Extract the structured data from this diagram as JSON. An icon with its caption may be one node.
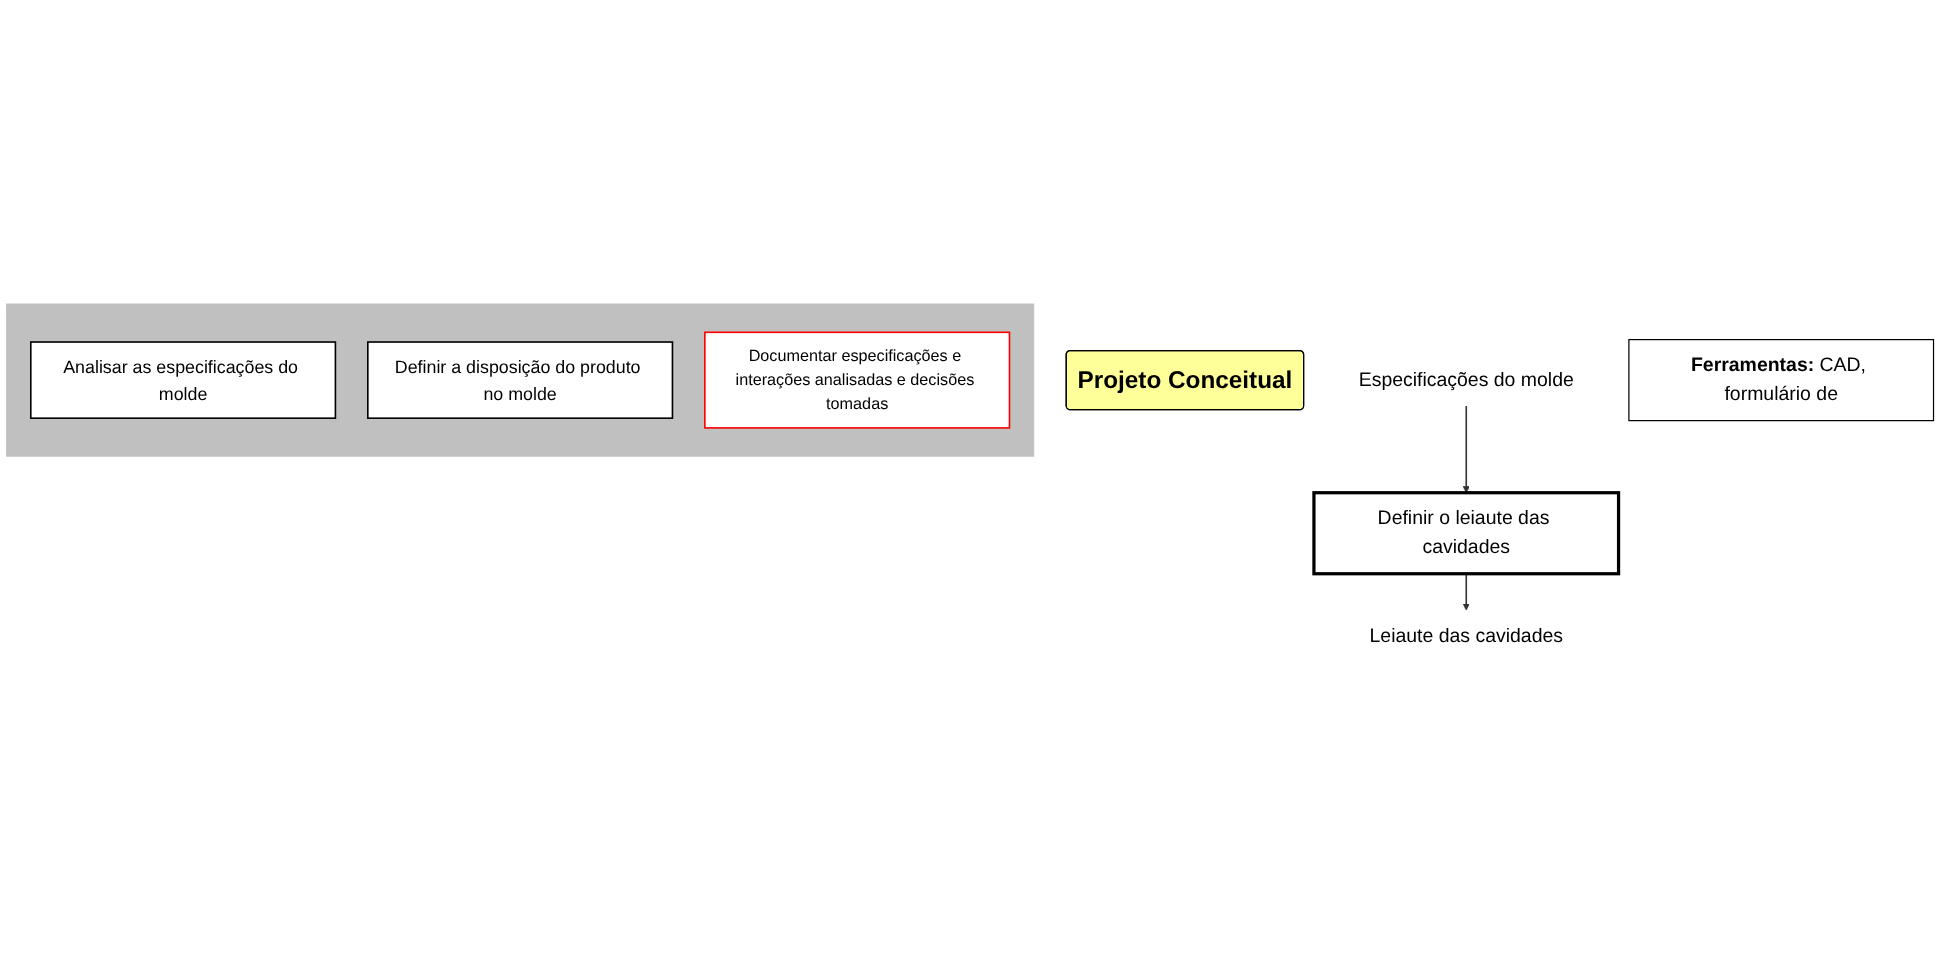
{
  "diagram": {
    "nodes": [
      {
        "text": [
          "Projeto Conceitual"
        ]
      },
      {
        "text": [
          "Especificações do molde"
        ]
      },
      {
        "text": [
          "Definir o leiaute das cavidades"
        ]
      },
      {
        "text": [
          "Leiaute das cavidades"
        ]
      },
      {
        "text": [],
        "shape": "box"
      },
      {
        "text": [
          "Analisar as especificações do molde"
        ],
        "in": 4
      },
      {
        "text": [
          "Definir a disposição do produto no molde"
        ],
        "in": 4
      },
      {
        "text": [
          "Documentar especificações e interações analisadas e decisões tomadas"
        ],
        "in": 4
      },
      {
        "text": [
          "**Ferramentas:** CAD, formulário de"
        ]
      }
    ],
    "edges": [
      {
        "from": 1,
        "to": 2,
        "arrow": "to"
      },
      {
        "from": 2,
        "to": 3,
        "arrow": "to"
      }
    ]
  }
}
